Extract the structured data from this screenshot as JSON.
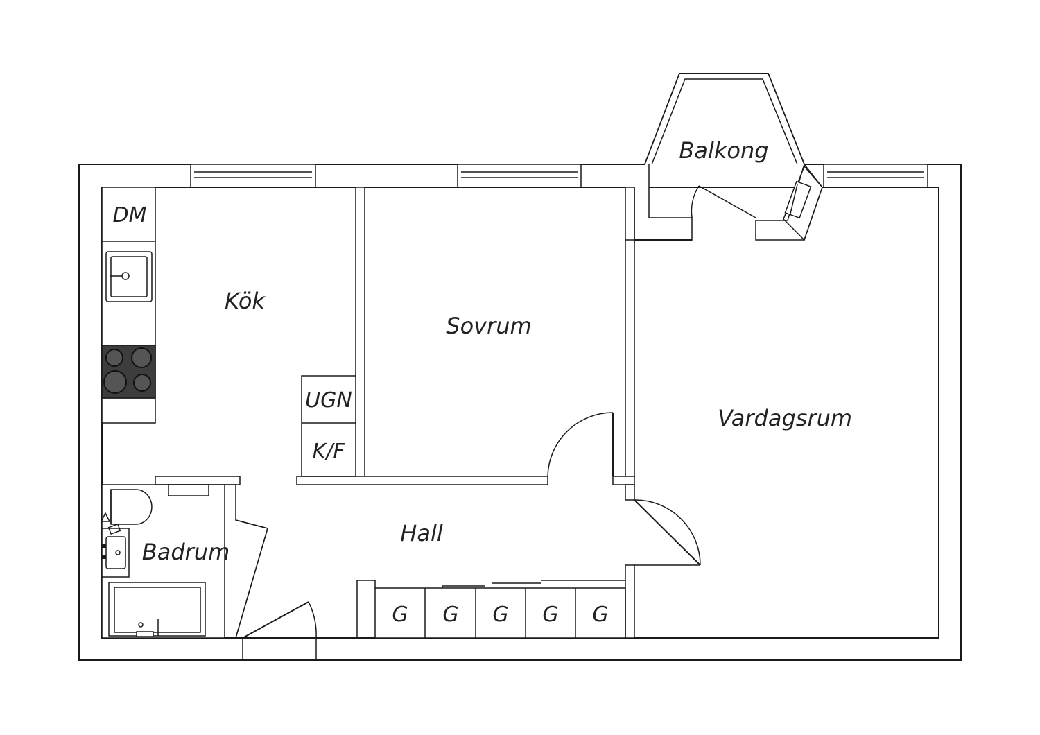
{
  "rooms": {
    "balkong": "Balkong",
    "kok": "Kök",
    "sovrum": "Sovrum",
    "vardagsrum": "Vardagsrum",
    "hall": "Hall",
    "badrum": "Badrum"
  },
  "fixtures": {
    "dm": "DM",
    "ugn": "UGN",
    "kf": "K/F",
    "wardrobes": [
      "G",
      "G",
      "G",
      "G",
      "G"
    ]
  },
  "colors": {
    "line": "#1a1a1a",
    "stove": "#3d3d3d"
  }
}
